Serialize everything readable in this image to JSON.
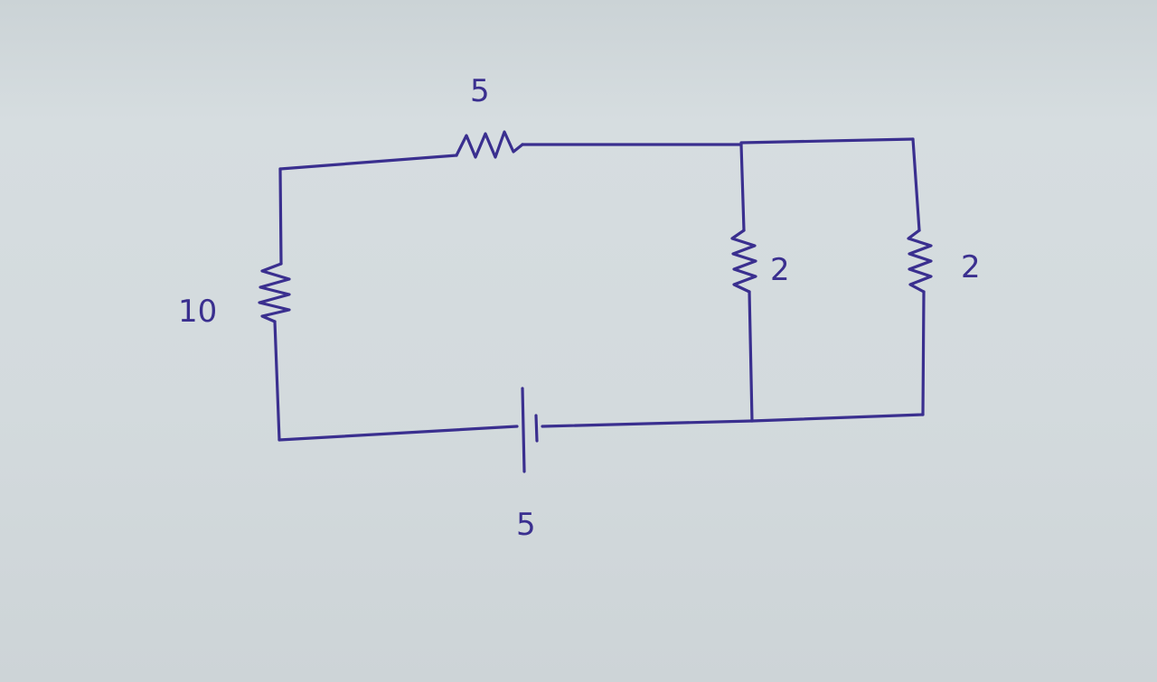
{
  "diagram": {
    "type": "circuit",
    "ink_color": "#3a2f8f",
    "paper_color": "#d3dadd",
    "components": {
      "resistor_top": {
        "value": "5"
      },
      "resistor_left": {
        "value": "10"
      },
      "resistor_middle": {
        "value": "2"
      },
      "resistor_right": {
        "value": "2"
      },
      "battery": {
        "value": "5"
      }
    }
  }
}
